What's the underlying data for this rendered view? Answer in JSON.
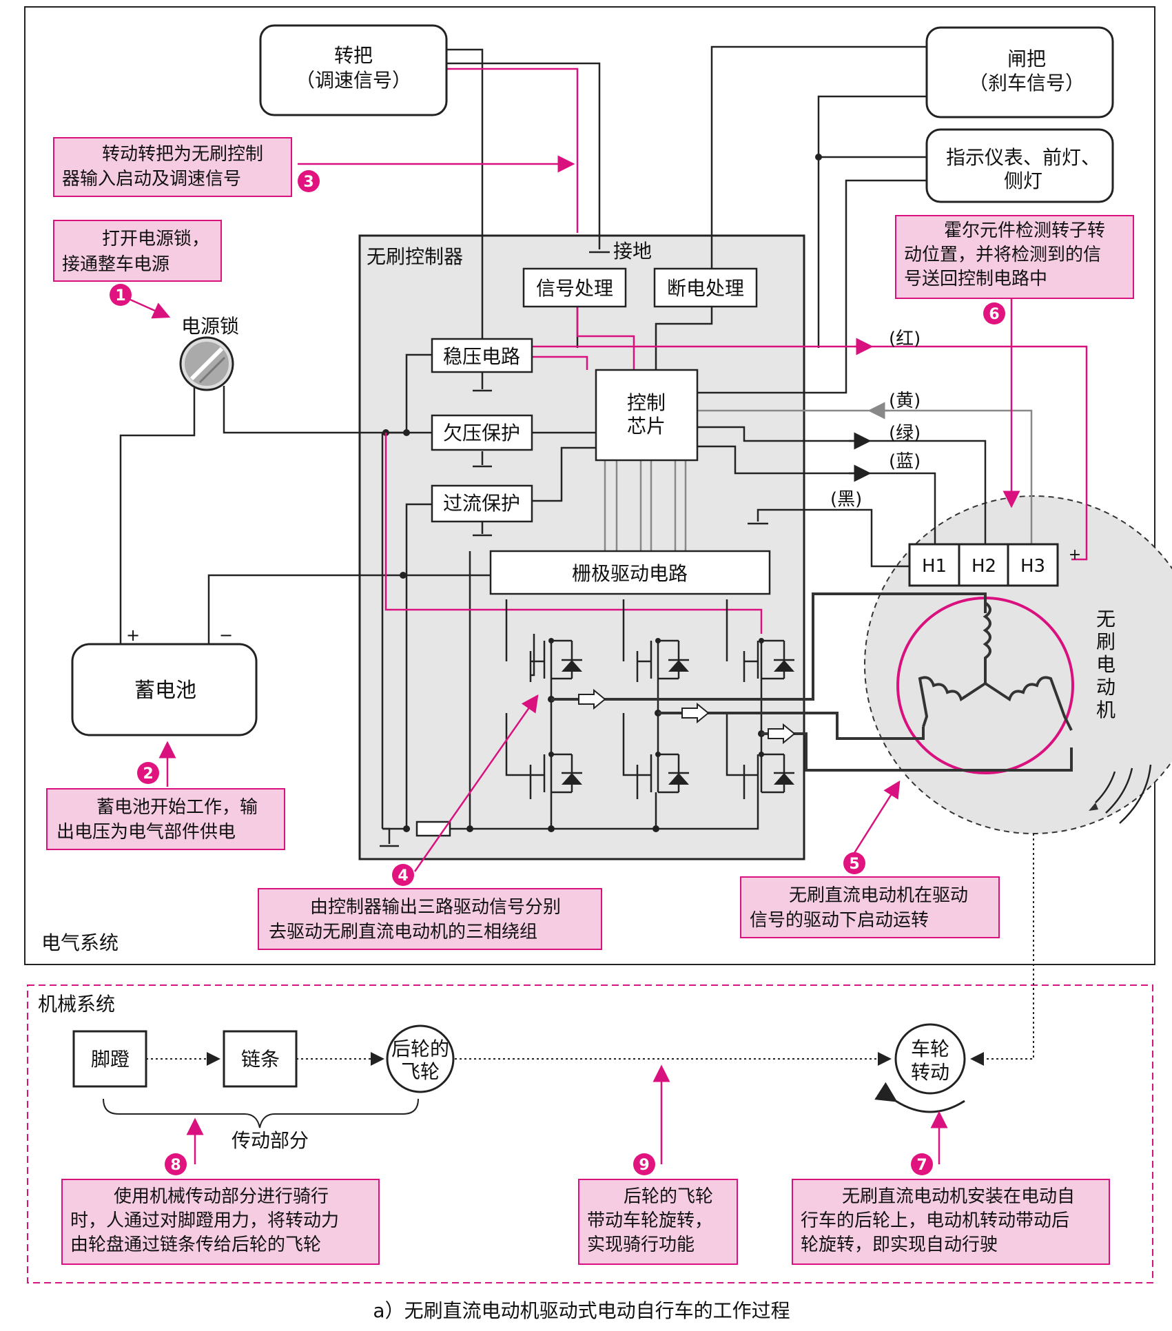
{
  "system_labels": {
    "electrical": "电气系统",
    "mechanical": "机械系统"
  },
  "components": {
    "throttle_line1": "转把",
    "throttle_line2": "（调速信号）",
    "brake_line1": "闸把",
    "brake_line2": "（刹车信号）",
    "meter_line1": "指示仪表、前灯、",
    "meter_line2": "侧灯",
    "controller": "无刷控制器",
    "ground": "接地",
    "signal_processing": "信号处理",
    "power_cut": "断电处理",
    "regulator": "稳压电路",
    "undervoltage": "欠压保护",
    "overcurrent": "过流保护",
    "chip_line1": "控制",
    "chip_line2": "芯片",
    "gate_driver": "栅极驱动电路",
    "power_lock": "电源锁",
    "battery": "蓄电池",
    "battery_plus": "+",
    "battery_minus": "−",
    "motor_vertical": [
      "无",
      "刷",
      "电",
      "动",
      "机"
    ],
    "hall": [
      "H1",
      "H2",
      "H3"
    ],
    "hall_plus": "+"
  },
  "wire_labels": {
    "red": "(红)",
    "yellow": "(黄)",
    "green": "(绿)",
    "blue": "(蓝)",
    "black": "(黑)"
  },
  "mechanical": {
    "pedal": "脚蹬",
    "chain": "链条",
    "flywheel_line1": "后轮的",
    "flywheel_line2": "飞轮",
    "wheel_line1": "车轮",
    "wheel_line2": "转动",
    "transmission": "传动部分"
  },
  "callouts": [
    {
      "num": "1",
      "lines": [
        "打开电源锁，",
        "接通整车电源"
      ]
    },
    {
      "num": "2",
      "lines": [
        "蓄电池开始工作，输",
        "出电压为电气部件供电"
      ]
    },
    {
      "num": "3",
      "lines": [
        "转动转把为无刷控制",
        "器输入启动及调速信号"
      ]
    },
    {
      "num": "4",
      "lines": [
        "由控制器输出三路驱动信号分别",
        "去驱动无刷直流电动机的三相绕组"
      ]
    },
    {
      "num": "5",
      "lines": [
        "无刷直流电动机在驱动",
        "信号的驱动下启动运转"
      ]
    },
    {
      "num": "6",
      "lines": [
        "霍尔元件检测转子转",
        "动位置，并将检测到的信",
        "号送回控制电路中"
      ]
    },
    {
      "num": "7",
      "lines": [
        "无刷直流电动机安装在电动自",
        "行车的后轮上，电动机转动带动后",
        "轮旋转，即实现自动行驶"
      ]
    },
    {
      "num": "8",
      "lines": [
        "使用机械传动部分进行骑行",
        "时，人通过对脚蹬用力，将转动力",
        "由轮盘通过链条传给后轮的飞轮"
      ]
    },
    {
      "num": "9",
      "lines": [
        "后轮的飞轮",
        "带动车轮旋转，",
        "实现骑行功能"
      ]
    }
  ],
  "caption": "a）无刷直流电动机驱动式电动自行车的工作过程",
  "colors": {
    "accent": "#d9117f",
    "callout_fill": "#f6cce3",
    "controller_fill": "#e6e6e6",
    "motor_fill": "#e4e4e4"
  }
}
